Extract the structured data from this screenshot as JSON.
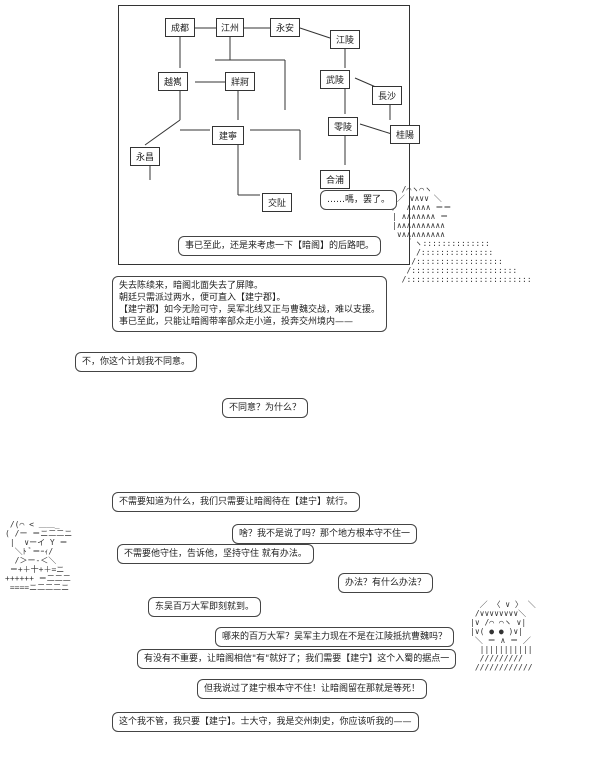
{
  "map": {
    "nodes": {
      "chengdu": "成都",
      "jiangzhou": "江州",
      "yongan": "永安",
      "jiangling": "江陵",
      "yuesui": "越嶲",
      "zangke": "牂牁",
      "wuling": "武陵",
      "changsha": "長沙",
      "lingling": "零陵",
      "guiyang": "桂陽",
      "jianning": "建寧",
      "yongchang": "永昌",
      "hepu": "合浦",
      "jiaozhi": "交阯"
    }
  },
  "dialogue": [
    "……嗎，罢了。",
    "事已至此，还是来考虑一下【暗阁】的后路吧。",
    "失去陈续来，暗阁北面失去了屏障。\n朝廷只需派过两水，便可直入【建宁郡】。\n【建宁郡】如今无险可守，吴军北线又正与曹魏交战，难以支援。\n事已至此，只能让暗阁带率部众走小道，投奔交州境内——",
    "不，你这个计划我不同意。",
    "不同意？为什么？",
    "不需要知道为什么，我们只需要让暗阁待在【建宁】就行。",
    "啥？我不是说了吗？那个地方根本守不住一",
    "不需要他守住，告诉他，坚持守住 就有办法。",
    "办法？有什么办法？",
    "东吴百万大军即刻就到。",
    "哪来的百万大军？吴军主力现在不是在江陵抵抗曹魏吗？",
    "有没有不重要，让暗阁相信\"有\"就好了；我们需要【建宁】这个入蜀的据点一",
    "但我说过了建宁根本守不住！让暗阁留在那就是等死！",
    "这个我不管，我只要【建宁】。士大守，我是交州刺史，你应该听我的——"
  ],
  "ascii_art": {
    "top_right": "  /⌒ヽ⌒ヽ\n ／ ∨∧∨∨ ＼\n/  ∧∧∧∧∧ ＝＝\n| ∧∧∧∧∧∧∧ ＝\n|∧∧∧∧∧∧∧∧∧∧\n ∨∧∧∧∧∧∧∧∧∧\n   ｀ヽ::::::::::::::\n     /:::::::::::::::\n    /::::::::::::::::::\n   /::::::::::::::::::::::\n  /::::::::::::::::::::::::::",
    "bottom_left": " /(⌒ < ＿＿_\n( /ー ＝ニ二二ニ\n |  ∨ーイ Y ＝\n  ＼ﾄ ﾞ＝ｰｨ/\n  /＞ー‐＜＼\n ＝+＋十+＋=ニ\n++++++ ＝二二二\n ====ニ二二二ニ",
    "bottom_right": "  ／ 〈 ∨ 〉 ＼\n /∨∨∨∨∨∨∨∨＼\n|∨ /⌒ ⌒ヽ ∨|\n|∨( ● ● )∨|\n ＼ ＝ ∧ ＝ ／\n  |||||||||||\n  /////////\n ////////////"
  }
}
